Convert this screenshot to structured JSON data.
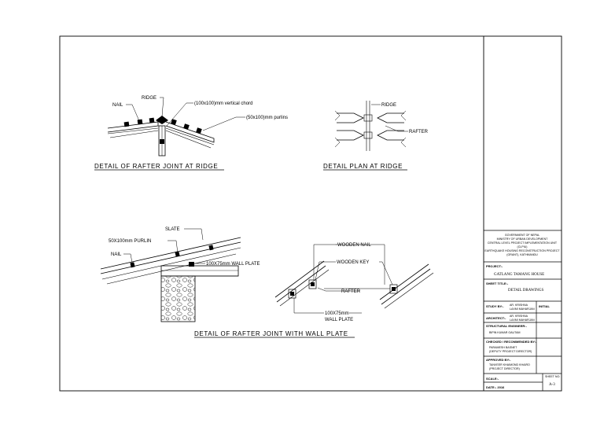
{
  "drawings": {
    "ridge_detail": {
      "title": "DETAIL OF RAFTER JOINT AT RIDGE",
      "labels": {
        "nail": "NAIL",
        "ridge": "RIDGE",
        "vertical_chord": "(100x100)mm vertical chord",
        "purlins": "(50x100)mm purlins"
      }
    },
    "plan_detail": {
      "title": "DETAIL PLAN AT RIDGE",
      "labels": {
        "ridge": "RIDGE",
        "rafter": "RAFTER"
      }
    },
    "wall_plate_detail": {
      "title": "DETAIL OF RAFTER JOINT WITH WALL PLATE",
      "labels": {
        "slate": "SLATE",
        "purlin": "50X100mm PURLIN",
        "nail": "NAIL",
        "wall_plate": "100X75mm WALL PLATE",
        "wooden_nail": "WOODEN NAIL",
        "wooden_key": "WOODEN KEY",
        "rafter": "RAFTER",
        "wall_plate_2_line1": "100X75mm",
        "wall_plate_2_line2": "WALL PLATE"
      }
    }
  },
  "title_block": {
    "header": [
      "GOVERNMENT OF NEPAL",
      "MINISTRY OF URBAN DEVELOPMENT",
      "CENTRAL LEVEL PROJECT IMPLEMENTATION UNIT",
      "(CLPIU)",
      "EARTHQUAKE HOUSING RECONSTRUCTION PROJECT",
      "(GRANT), KATHMANDU"
    ],
    "project_label": "PROJECT:-",
    "project_value": "GATLANG TAMANG HOUSE",
    "sheet_title_label": "SHEET TITLE:-",
    "sheet_title_value": "DETAIL DRAWINGS",
    "study_label": "STUDY BY:-",
    "study_value": [
      "AR. KRISHNA",
      "LAXMI MAHARJAN"
    ],
    "initial_label": "INITIAL",
    "architect_label": "ARCHITECT:-",
    "architect_value": [
      "AR. KRISHNA",
      "LAXMI MAHARJAN"
    ],
    "structural_label": "STRUCTURAL ENGINEER:-",
    "structural_value": "BIPIN KUMAR GAUTAM",
    "checked_label": "CHECKED / RECOMMENDED BY:-",
    "checked_value": [
      "PARAMESH BASNET",
      "(DEPUTY PROJECT DIRECTOR)"
    ],
    "approved_label": "APPROVED BY:-",
    "approved_value": [
      "TANVEER KHAIMOND KHAIRO",
      "(PROJECT DIRECTOR)"
    ],
    "scale_label": "SCALE:-",
    "sheet_no_label": "SHEET NO:",
    "sheet_no_value": "A-3",
    "date_label": "DATE:- 2016"
  }
}
